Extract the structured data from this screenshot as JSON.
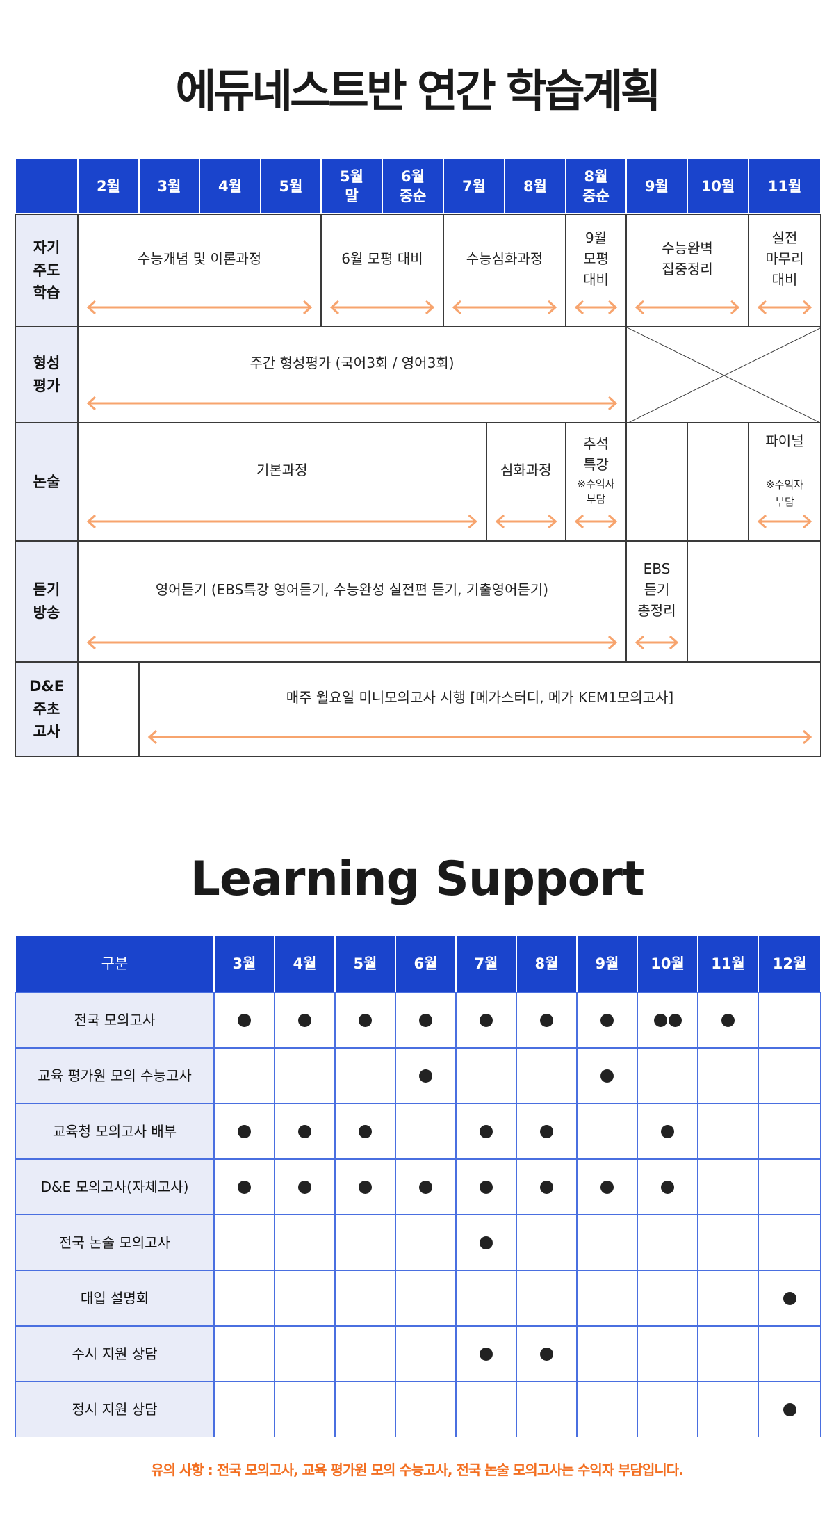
{
  "plan": {
    "title": "에듀네스트반 연간 학습계획",
    "months": [
      "2월",
      "3월",
      "4월",
      "5월",
      "5월\n말",
      "6월\n중순",
      "7월",
      "8월",
      "8월\n중순",
      "9월",
      "10월",
      "11월"
    ],
    "rows": [
      {
        "label": "자기\n주도\n학습",
        "segments": [
          {
            "text": "수능개념 및 이론과정"
          },
          {
            "text": "6월 모평 대비"
          },
          {
            "text": "수능심화과정"
          },
          {
            "text": "9월\n모평\n대비"
          },
          {
            "text": "수능완벽\n집중정리"
          },
          {
            "text": "실전\n마무리\n대비"
          }
        ]
      },
      {
        "label": "형성\n평가",
        "segments": [
          {
            "text": "주간 형성평가 (국어3회 / 영어3회)"
          }
        ]
      },
      {
        "label": "논술",
        "segments": [
          {
            "text": "기본과정"
          },
          {
            "text": "심화과정"
          },
          {
            "text": "추석\n특강",
            "note": "※수익자\n부담"
          },
          {
            "text": ""
          },
          {
            "text": ""
          },
          {
            "text": "파이널",
            "note": "※수익자\n부담"
          }
        ]
      },
      {
        "label": "듣기\n방송",
        "segments": [
          {
            "text": "영어듣기 (EBS특강 영어듣기, 수능완성 실전편 듣기, 기출영어듣기)"
          },
          {
            "text": "EBS\n듣기\n총정리"
          },
          {
            "text": ""
          }
        ]
      },
      {
        "label": "D&E\n주초\n고사",
        "segments": [
          {
            "text": ""
          },
          {
            "text": "매주 월요일 미니모의고사 시행 [메가스터디, 메가 KEM1모의고사]"
          }
        ]
      }
    ]
  },
  "support": {
    "title": "Learning Support",
    "header": [
      "구분",
      "3월",
      "4월",
      "5월",
      "6월",
      "7월",
      "8월",
      "9월",
      "10월",
      "11월",
      "12월"
    ],
    "rows": [
      {
        "label": "전국 모의고사",
        "marks": [
          1,
          1,
          1,
          1,
          1,
          1,
          1,
          2,
          1,
          0
        ]
      },
      {
        "label": "교육 평가원 모의 수능고사",
        "marks": [
          0,
          0,
          0,
          1,
          0,
          0,
          1,
          0,
          0,
          0
        ]
      },
      {
        "label": "교육청 모의고사 배부",
        "marks": [
          1,
          1,
          1,
          0,
          1,
          1,
          0,
          1,
          0,
          0
        ]
      },
      {
        "label": "D&E 모의고사(자체고사)",
        "marks": [
          1,
          1,
          1,
          1,
          1,
          1,
          1,
          1,
          0,
          0
        ]
      },
      {
        "label": "전국 논술 모의고사",
        "marks": [
          0,
          0,
          0,
          0,
          1,
          0,
          0,
          0,
          0,
          0
        ]
      },
      {
        "label": "대입 설명회",
        "marks": [
          0,
          0,
          0,
          0,
          0,
          0,
          0,
          0,
          0,
          1
        ]
      },
      {
        "label": "수시 지원 상담",
        "marks": [
          0,
          0,
          0,
          0,
          1,
          1,
          0,
          0,
          0,
          0
        ]
      },
      {
        "label": "정시 지원 상담",
        "marks": [
          0,
          0,
          0,
          0,
          0,
          0,
          0,
          0,
          0,
          1
        ]
      }
    ],
    "notice": "유의 사항 : 전국 모의고사, 교육 평가원 모의 수능고사, 전국 논술 모의고사는 수익자 부담입니다."
  },
  "colors": {
    "header_blue": "#1a44cc",
    "label_bg": "#e9ecf8",
    "arrow_orange": "#f7a46e",
    "notice_orange": "#f36f21"
  }
}
